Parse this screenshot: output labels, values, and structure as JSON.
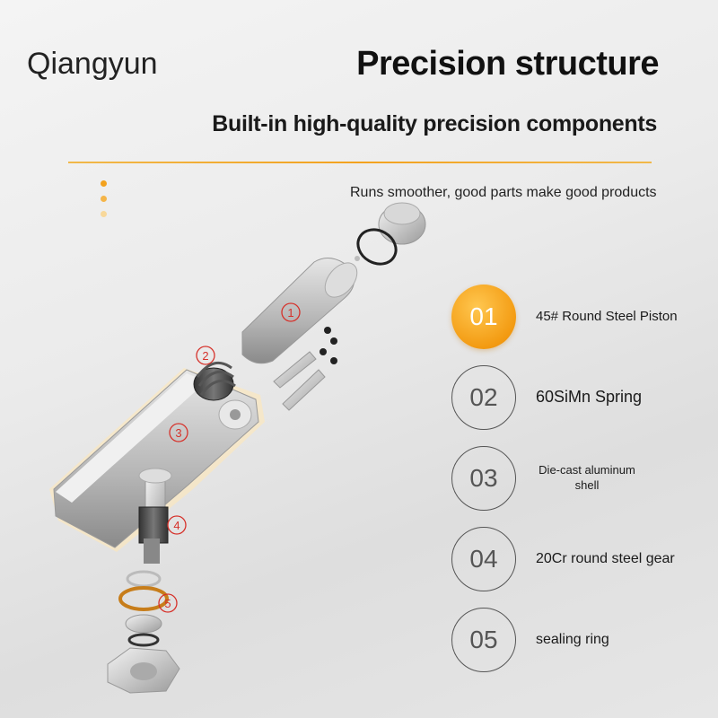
{
  "header": {
    "brand": "Qiangyun",
    "title": "Precision structure",
    "subtitle": "Built-in high-quality precision components"
  },
  "tagline": "Runs smoother, good parts make good products",
  "accent_color": "#f39b12",
  "features": [
    {
      "number": "01",
      "label": "45# Round Steel Piston",
      "active": true
    },
    {
      "number": "02",
      "label": "60SiMn Spring",
      "active": false
    },
    {
      "number": "03",
      "label": "Die-cast aluminum shell",
      "active": false
    },
    {
      "number": "04",
      "label": "20Cr round steel gear",
      "active": false
    },
    {
      "number": "05",
      "label": "sealing ring",
      "active": false
    }
  ],
  "diagram_markers": [
    "①",
    "②",
    "③",
    "④",
    "⑤"
  ]
}
